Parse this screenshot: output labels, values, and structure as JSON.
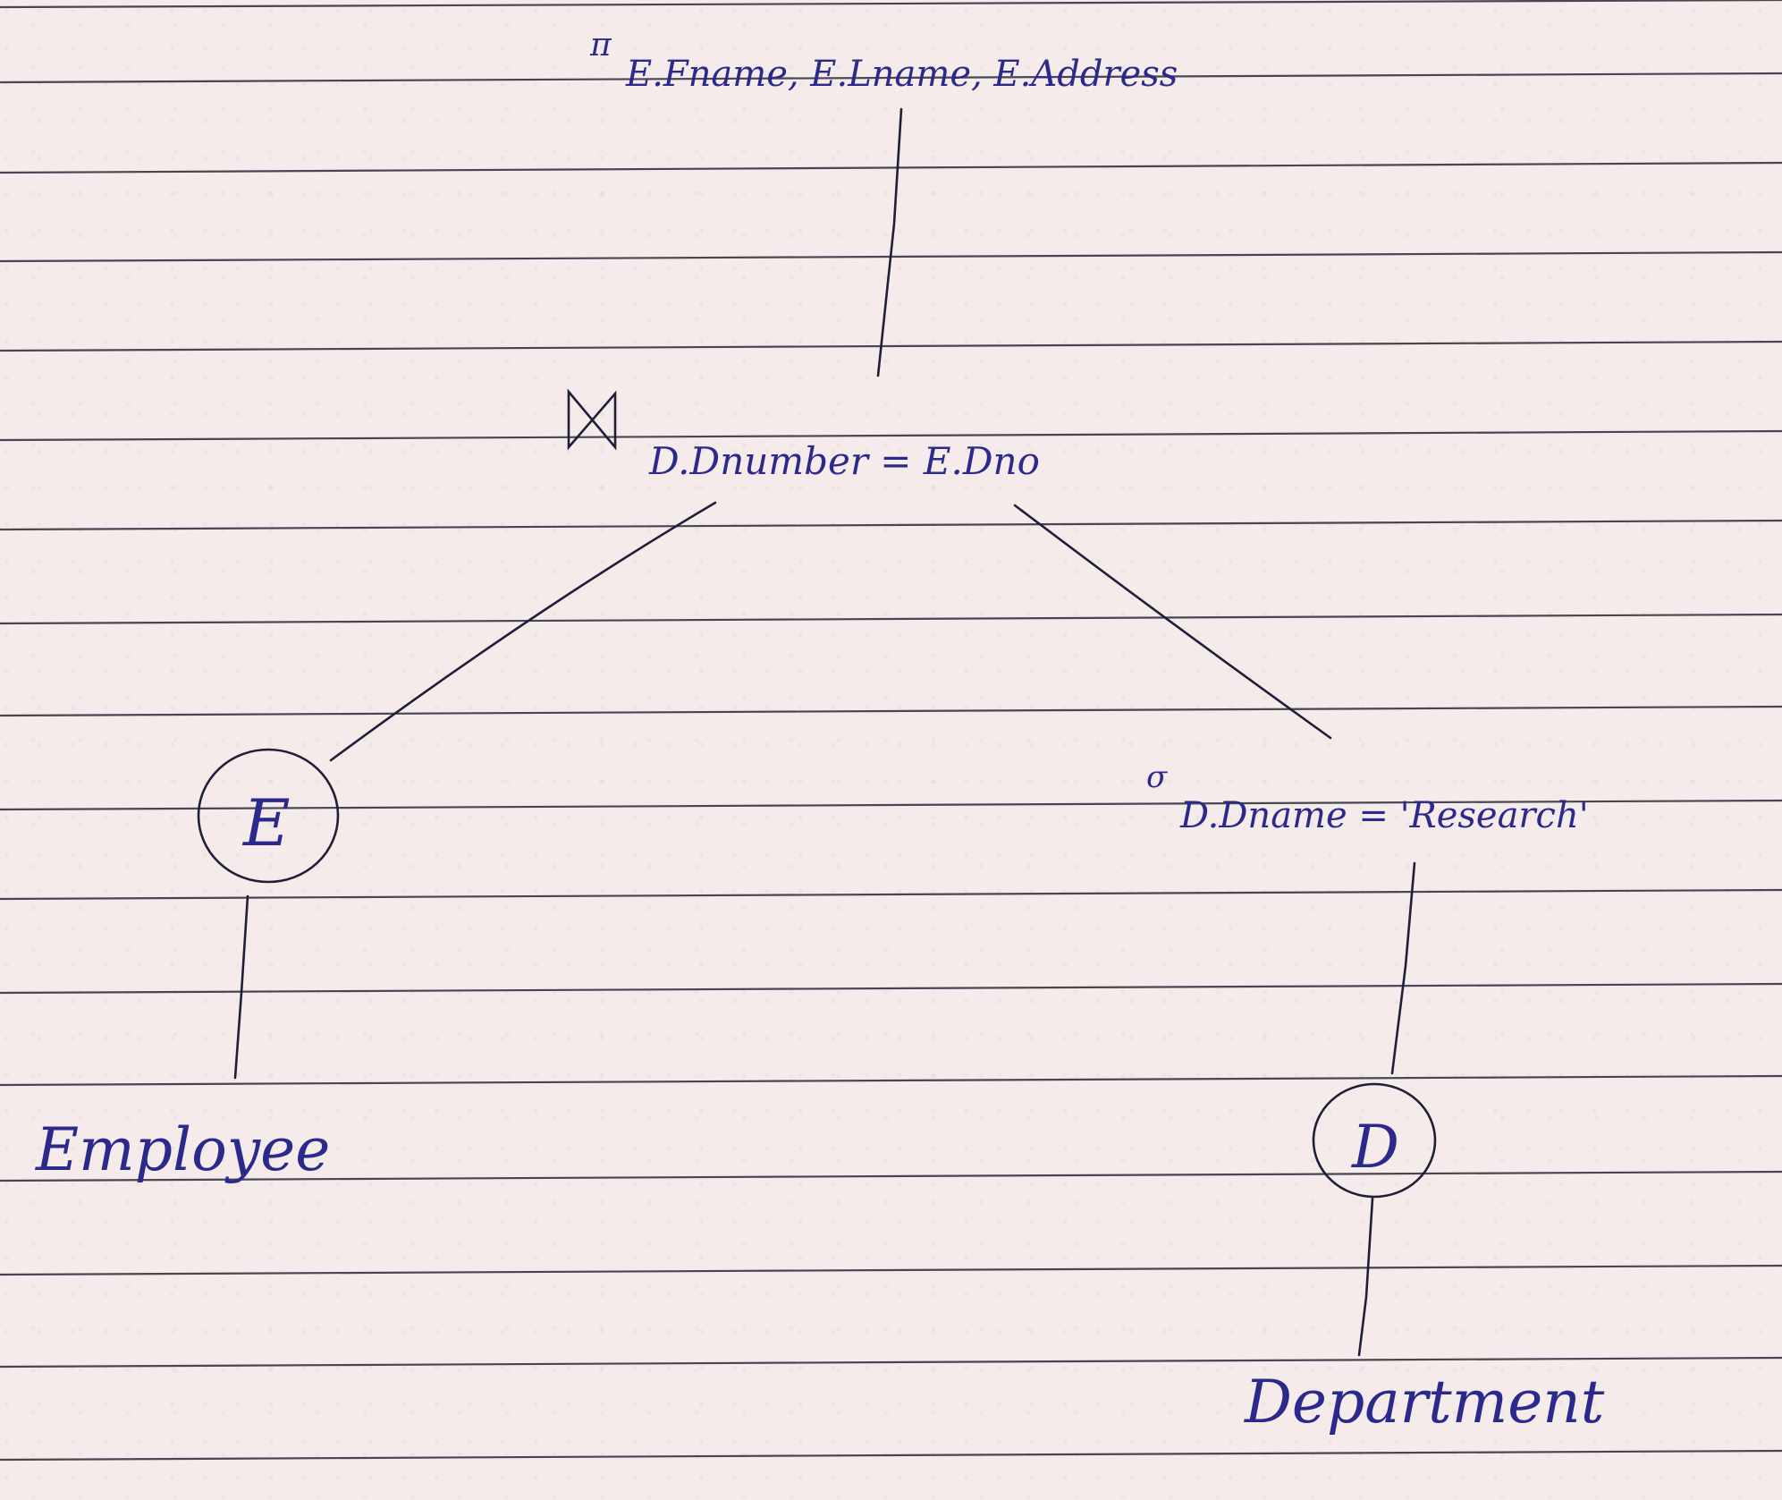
{
  "diagram": {
    "projection": {
      "symbol": "π",
      "attributes": "E.Fname, E.Lname, E.Address"
    },
    "join": {
      "symbol": "⋈",
      "condition": "D.Dnumber = E.Dno"
    },
    "selection": {
      "symbol": "σ",
      "condition": "D.Dname = 'Research'"
    },
    "employee_alias": "E",
    "employee_relation": "Employee",
    "department_alias": "D",
    "department_relation": "Department"
  },
  "colors": {
    "ink": "#2b2a8c",
    "rule_lines": "#2a2a3a",
    "paper": "#f4ebea"
  }
}
